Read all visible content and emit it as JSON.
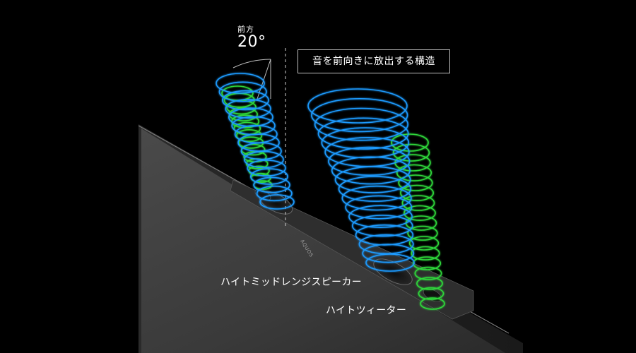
{
  "labels": {
    "direction": "前方",
    "angle": "20°",
    "caption": "音を前向きに放出する構造",
    "mid_speaker": "ハイトミッドレンジスピーカー",
    "tweeter": "ハイトツィーター",
    "brand": "AQUOS"
  },
  "colors": {
    "background": "#000000",
    "blue_wave": "#1e9bff",
    "green_wave": "#2fd83a",
    "panel": "#3a3a3a",
    "text": "#ffffff"
  }
}
